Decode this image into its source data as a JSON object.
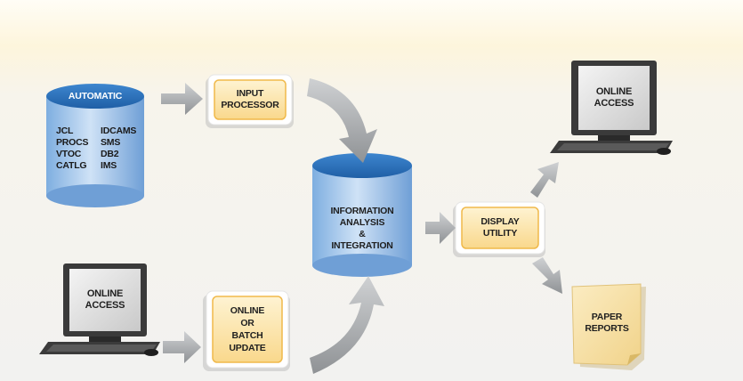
{
  "automatic_db": {
    "header": "AUTOMATIC",
    "left_items": [
      "JCL",
      "PROCS",
      "VTOC",
      "CATLG"
    ],
    "right_items": [
      "IDCAMS",
      "SMS",
      "DB2",
      "IMS"
    ]
  },
  "input_processor": "INPUT\nPROCESSOR",
  "info_db": "INFORMATION\nANALYSIS\n&\nINTEGRATION",
  "display_utility": "DISPLAY\nUTILITY",
  "online_access_left": "ONLINE\nACCESS",
  "online_access_right": "ONLINE\nACCESS",
  "batch_update": "ONLINE\nOR\nBATCH\nUPDATE",
  "paper_reports": "PAPER\nREPORTS",
  "colors": {
    "cylinder_blue": "#2f73b8",
    "box_orange": "#f7c86a",
    "box_fill": "#fde9b5",
    "arrow_gray": "#a9acaf",
    "monitor_dark": "#2e2e2e",
    "paper": "#f8e2a6"
  }
}
